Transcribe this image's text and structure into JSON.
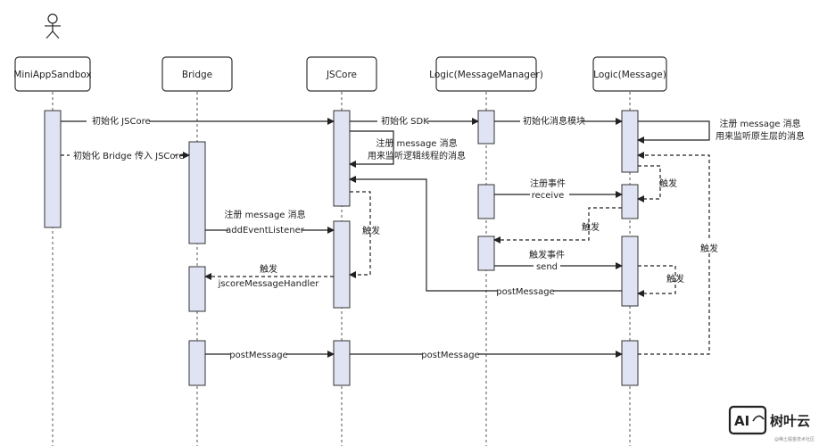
{
  "participants": [
    {
      "id": "sandbox",
      "label": "MiniAppSandbox"
    },
    {
      "id": "bridge",
      "label": "Bridge"
    },
    {
      "id": "jscore",
      "label": "JSCore"
    },
    {
      "id": "mm",
      "label": "Logic(MessageManager)"
    },
    {
      "id": "msg",
      "label": "Logic(Message)"
    }
  ],
  "messages": {
    "m1": "初始化 JSCore",
    "m2": "初始化 Bridge 传入 JSCore",
    "m3": "初始化 SDK",
    "m4a": "注册 message 消息",
    "m4b": "用来监听逻辑线程的消息",
    "m5": "初始化消息模块",
    "m6a": "注册 message 消息",
    "m6b": "用来监听原生层的消息",
    "m7a": "注册事件",
    "m7b": "receive",
    "m8": "触发",
    "m9": "触发",
    "m10a": "注册 message 消息",
    "m10b": "addEventListener",
    "m11": "触发",
    "m12a": "触发事件",
    "m12b": "send",
    "m13": "触发",
    "m14": "postMessage",
    "m15a": "触发",
    "m15b": "jscoreMessageHandler",
    "m16": "postMessage",
    "m17": "postMessage",
    "m18": "触发"
  },
  "watermark": {
    "logo": "AI",
    "name": "树叶云",
    "sub": "@稀土掘金技术社区"
  },
  "colors": {
    "box_fill": "#ffffff",
    "activation_fill": "#dfe3f3",
    "stroke": "#333333"
  }
}
